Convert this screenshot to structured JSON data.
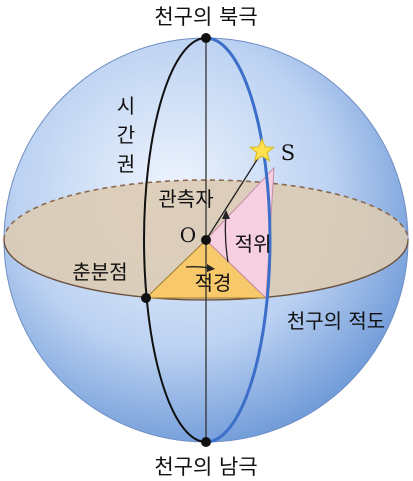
{
  "labels": {
    "north_pole": "천구의 북극",
    "south_pole": "천구의 남극",
    "hour_circle": [
      "시",
      "간",
      "권"
    ],
    "observer": "관측자",
    "center": "O",
    "star": "S",
    "declination": "적위",
    "vernal_equinox": "춘분점",
    "right_ascension": "적경",
    "celestial_equator": "천구의 적도"
  },
  "colors": {
    "sphere_light": "#eef4fd",
    "sphere_dark": "#6f9ad8",
    "equator_plane": "#dccbb4",
    "declination_fill": "#f6cfe0",
    "ra_fill": "#f8c96a",
    "meridian_blue": "#3b6fc9",
    "star": "#ffe14d"
  }
}
